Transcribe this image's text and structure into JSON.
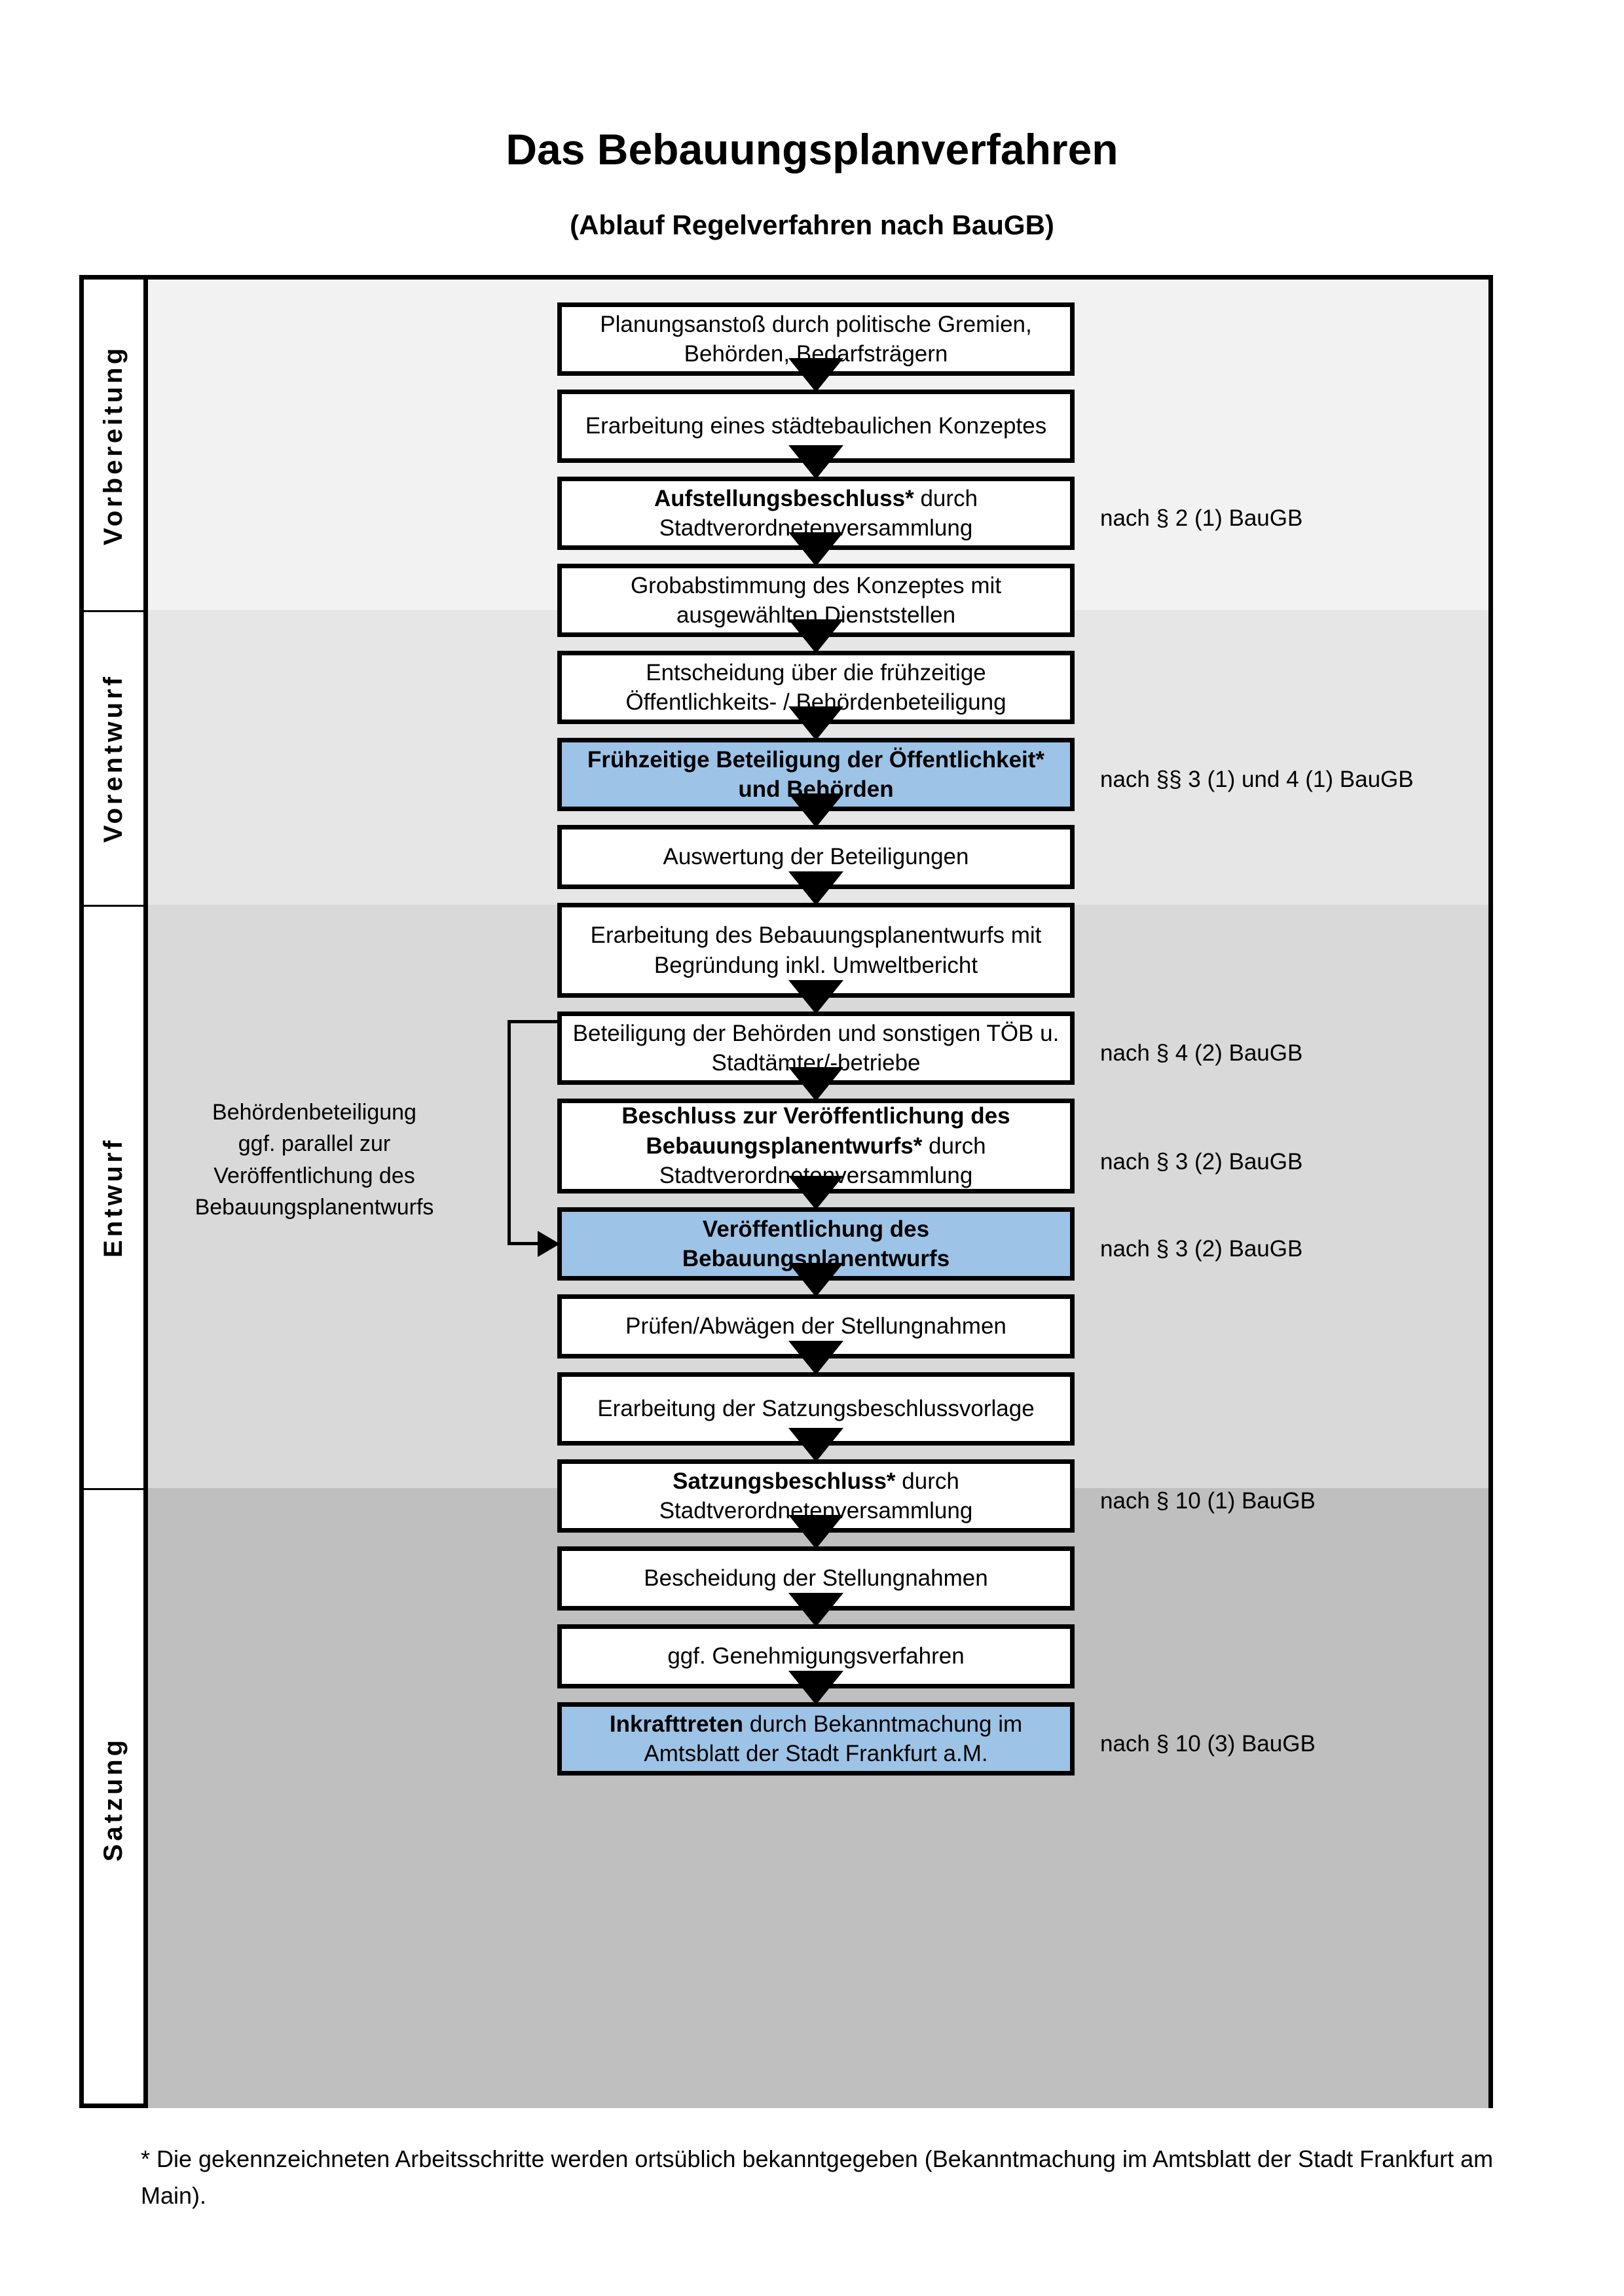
{
  "header": {
    "title": "Das Bebauungsplanverfahren",
    "subtitle": "(Ablauf Regelverfahren nach BauGB)"
  },
  "phases": [
    {
      "key": "vorbereitung",
      "label": "Vorbereitung",
      "band_color": "#f2f2f2"
    },
    {
      "key": "vorentwurf",
      "label": "Vorentwurf",
      "band_color": "#e6e6e6"
    },
    {
      "key": "entwurf",
      "label": "Entwurf",
      "band_color": "#d9d9d9"
    },
    {
      "key": "satzung",
      "label": "Satzung",
      "band_color": "#bfbfbf"
    }
  ],
  "steps": [
    {
      "id": "s1",
      "phase": "vorbereitung",
      "highlight": false,
      "bold_prefix": "",
      "text": "Planungsanstoß durch politische Gremien, Behörden, Bedarfsträgern"
    },
    {
      "id": "s2",
      "phase": "vorbereitung",
      "highlight": false,
      "bold_prefix": "",
      "text": "Erarbeitung eines städtebaulichen Konzeptes"
    },
    {
      "id": "s3",
      "phase": "vorbereitung",
      "highlight": false,
      "bold_prefix": "Aufstellungsbeschluss*",
      "text": " durch Stadtverordnetenversammlung"
    },
    {
      "id": "s4",
      "phase": "vorentwurf",
      "highlight": false,
      "bold_prefix": "",
      "text": "Grobabstimmung des Konzeptes mit ausgewählten Dienststellen"
    },
    {
      "id": "s5",
      "phase": "vorentwurf",
      "highlight": false,
      "bold_prefix": "",
      "text": "Entscheidung über die frühzeitige Öffentlichkeits- / Behördenbeteiligung"
    },
    {
      "id": "s6",
      "phase": "vorentwurf",
      "highlight": true,
      "bold_prefix": "Frühzeitige Beteiligung der Öffentlichkeit* und Behörden",
      "text": ""
    },
    {
      "id": "s7",
      "phase": "entwurf",
      "highlight": false,
      "bold_prefix": "",
      "text": "Auswertung der Beteiligungen"
    },
    {
      "id": "s8",
      "phase": "entwurf",
      "highlight": false,
      "bold_prefix": "",
      "text": "Erarbeitung des Bebauungsplanentwurfs mit Begründung inkl. Umweltbericht"
    },
    {
      "id": "s9",
      "phase": "entwurf",
      "highlight": false,
      "bold_prefix": "",
      "text": "Beteiligung der Behörden und sonstigen TÖB u. Stadtämter/-betriebe"
    },
    {
      "id": "s10",
      "phase": "entwurf",
      "highlight": false,
      "bold_prefix": "Beschluss zur Veröffentlichung des Bebauungsplanentwurfs*",
      "text": " durch Stadtverordnetenversammlung"
    },
    {
      "id": "s11",
      "phase": "entwurf",
      "highlight": true,
      "bold_prefix": "Veröffentlichung des Bebauungsplanentwurfs",
      "text": ""
    },
    {
      "id": "s12",
      "phase": "satzung",
      "highlight": false,
      "bold_prefix": "",
      "text": "Prüfen/Abwägen der Stellungnahmen"
    },
    {
      "id": "s13",
      "phase": "satzung",
      "highlight": false,
      "bold_prefix": "",
      "text": "Erarbeitung der Satzungsbeschlussvorlage"
    },
    {
      "id": "s14",
      "phase": "satzung",
      "highlight": false,
      "bold_prefix": "Satzungsbeschluss*",
      "text": " durch Stadtverordnetenversammlung"
    },
    {
      "id": "s15",
      "phase": "satzung",
      "highlight": false,
      "bold_prefix": "",
      "text": "Bescheidung der Stellungnahmen"
    },
    {
      "id": "s16",
      "phase": "satzung",
      "highlight": false,
      "bold_prefix": "",
      "text": "ggf. Genehmigungsverfahren"
    },
    {
      "id": "s17",
      "phase": "satzung",
      "highlight": true,
      "bold_prefix": "Inkrafttreten",
      "text": " durch Bekanntmachung im Amtsblatt der Stadt Frankfurt a.M."
    }
  ],
  "annotations": [
    {
      "for": "s3",
      "text": "nach § 2 (1) BauGB"
    },
    {
      "for": "s6",
      "text": "nach §§ 3 (1) und 4 (1) BauGB"
    },
    {
      "for": "s9",
      "text": "nach § 4 (2) BauGB"
    },
    {
      "for": "s10",
      "text": "nach § 3 (2) BauGB"
    },
    {
      "for": "s11",
      "text": "nach § 3 (2) BauGB"
    },
    {
      "for": "s14",
      "text": "nach § 10 (1) BauGB"
    },
    {
      "for": "s17",
      "text": "nach § 10 (3) BauGB"
    }
  ],
  "parallel_note": {
    "line1": "Behördenbeteiligung",
    "line2": "ggf. parallel zur",
    "line3": "Veröffentlichung des",
    "line4": "Bebauungsplanentwurfs"
  },
  "footnote": {
    "text": "* Die gekennzeichneten Arbeitsschritte werden ortsüblich bekanntgegeben (Bekanntmachung im Amtsblatt  der Stadt Frankfurt am Main)."
  },
  "colors": {
    "highlight_fill": "#9dc3e6",
    "box_border": "#000000",
    "frame": "#000000"
  }
}
